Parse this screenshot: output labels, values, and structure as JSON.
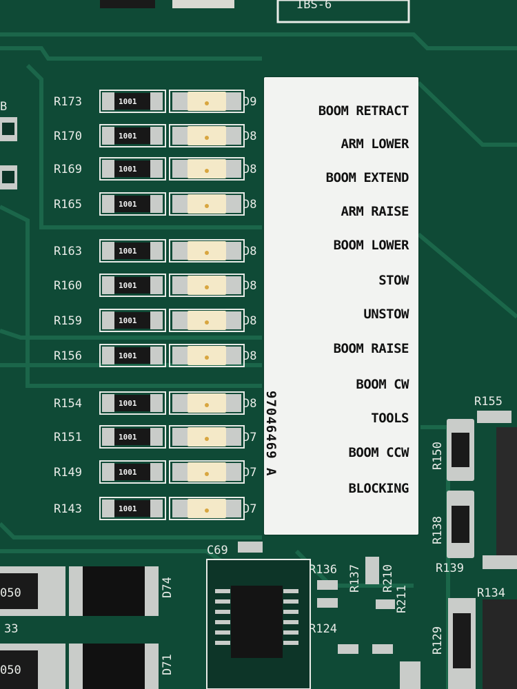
{
  "board": {
    "top_marking": "IBS-6",
    "left_marking": "B",
    "resistor_value": "1001",
    "rows": [
      {
        "ref": "R173",
        "led": "D9"
      },
      {
        "ref": "R170",
        "led": "D8"
      },
      {
        "ref": "R169",
        "led": "D8"
      },
      {
        "ref": "R165",
        "led": "D8"
      },
      {
        "ref": "R163",
        "led": "D8"
      },
      {
        "ref": "R160",
        "led": "D8"
      },
      {
        "ref": "R159",
        "led": "D8"
      },
      {
        "ref": "R156",
        "led": "D8"
      },
      {
        "ref": "R154",
        "led": "D8"
      },
      {
        "ref": "R151",
        "led": "D7"
      },
      {
        "ref": "R149",
        "led": "D7"
      },
      {
        "ref": "R143",
        "led": "D7"
      }
    ],
    "right_refs": [
      "R155",
      "R150",
      "R138",
      "R139",
      "R134",
      "R129"
    ],
    "bottom_refs": [
      "C69",
      "R136",
      "R137",
      "R210",
      "R211",
      "R124",
      "D74",
      "D71",
      "33",
      "050",
      "050"
    ]
  },
  "label_card": {
    "functions": [
      "BOOM RETRACT",
      "ARM LOWER",
      "BOOM EXTEND",
      "ARM RAISE",
      "BOOM LOWER",
      "STOW",
      "UNSTOW",
      "BOOM RAISE",
      "BOOM CW",
      "TOOLS",
      "BOOM CCW",
      "BLOCKING"
    ],
    "part_number": "97046469 A"
  },
  "colors": {
    "pcb": "#0f4a36",
    "trace": "#1d6a4d",
    "silkscreen": "#e9ece8",
    "label": "#f2f3f1",
    "pad": "#c9ccc9",
    "led": "#f4e9c8"
  }
}
